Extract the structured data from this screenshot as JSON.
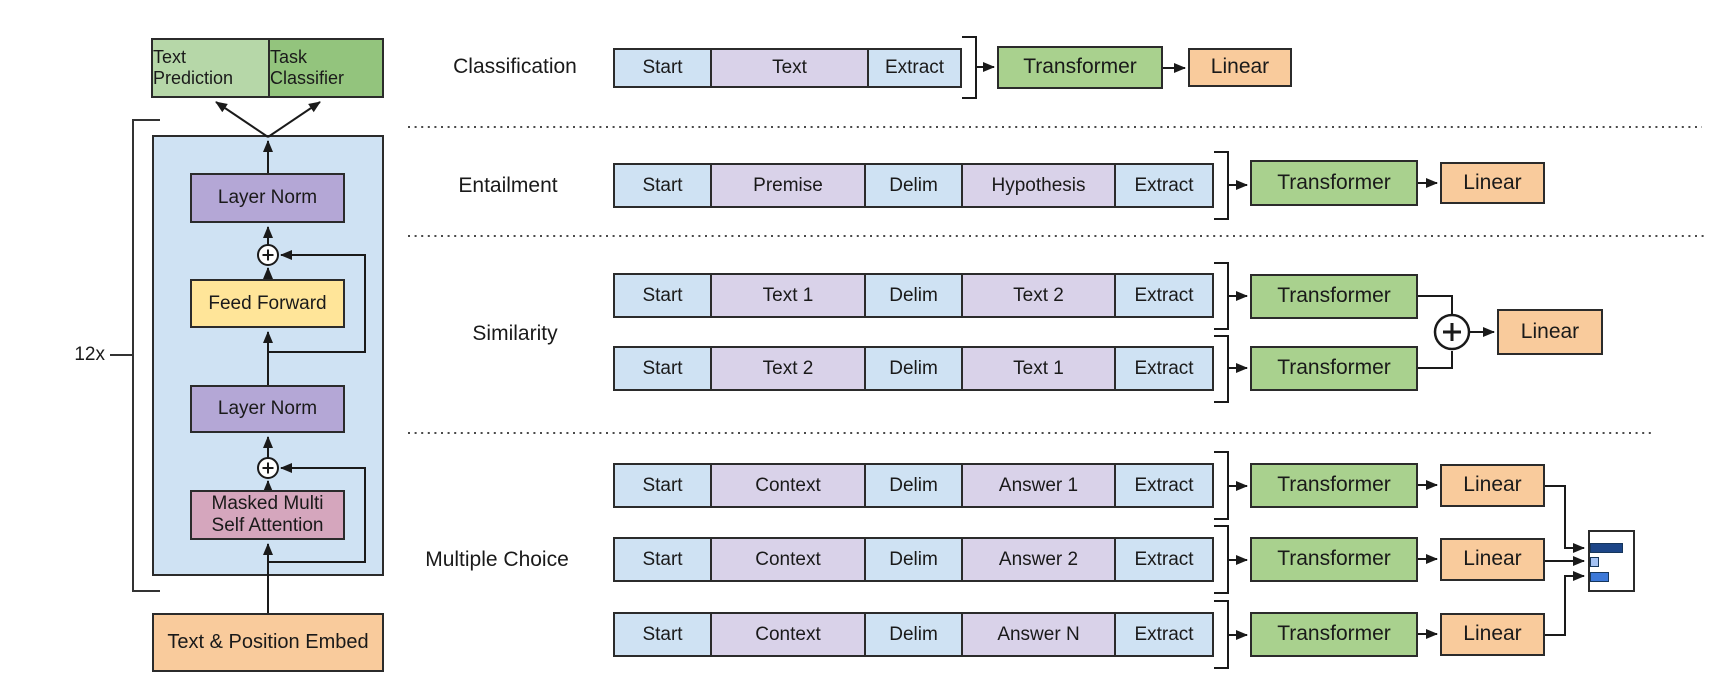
{
  "left_diagram": {
    "output_heads": [
      {
        "label": "Text Prediction",
        "color": "#b6d7a8"
      },
      {
        "label": "Task Classifier",
        "color": "#93c47d"
      }
    ],
    "repeat_label": "12x",
    "blocks": [
      {
        "label": "Layer Norm",
        "color": "#b4a7d6"
      },
      {
        "label": "Feed Forward",
        "color": "#ffe599"
      },
      {
        "label": "Layer Norm",
        "color": "#b4a7d6"
      },
      {
        "label": "Masked Multi Self Attention",
        "color": "#d5a6bd"
      }
    ],
    "input_block": {
      "label": "Text & Position Embed",
      "color": "#f9cb9c"
    }
  },
  "labels": {
    "transformer": "Transformer",
    "linear": "Linear"
  },
  "sections": [
    {
      "label": "Classification",
      "rows": [
        {
          "cells": [
            {
              "text": "Start"
            },
            {
              "text": "Text"
            },
            {
              "text": "Extract"
            }
          ]
        }
      ]
    },
    {
      "label": "Entailment",
      "rows": [
        {
          "cells": [
            {
              "text": "Start"
            },
            {
              "text": "Premise"
            },
            {
              "text": "Delim"
            },
            {
              "text": "Hypothesis"
            },
            {
              "text": "Extract"
            }
          ]
        }
      ]
    },
    {
      "label": "Similarity",
      "rows": [
        {
          "cells": [
            {
              "text": "Start"
            },
            {
              "text": "Text 1"
            },
            {
              "text": "Delim"
            },
            {
              "text": "Text 2"
            },
            {
              "text": "Extract"
            }
          ]
        },
        {
          "cells": [
            {
              "text": "Start"
            },
            {
              "text": "Text 2"
            },
            {
              "text": "Delim"
            },
            {
              "text": "Text 1"
            },
            {
              "text": "Extract"
            }
          ]
        }
      ]
    },
    {
      "label": "Multiple Choice",
      "rows": [
        {
          "cells": [
            {
              "text": "Start"
            },
            {
              "text": "Context"
            },
            {
              "text": "Delim"
            },
            {
              "text": "Answer 1"
            },
            {
              "text": "Extract"
            }
          ]
        },
        {
          "cells": [
            {
              "text": "Start"
            },
            {
              "text": "Context"
            },
            {
              "text": "Delim"
            },
            {
              "text": "Answer 2"
            },
            {
              "text": "Extract"
            }
          ]
        },
        {
          "cells": [
            {
              "text": "Start"
            },
            {
              "text": "Context"
            },
            {
              "text": "Delim"
            },
            {
              "text": "Answer N"
            },
            {
              "text": "Extract"
            }
          ]
        }
      ]
    }
  ],
  "colors": {
    "token_blue": "#cfe2f3",
    "token_purple": "#d9d2e9",
    "transformer_green": "#a9d18e",
    "linear_orange": "#f9cb9c",
    "decoder_background": "#cfe2f3",
    "head_green_light": "#b6d7a8",
    "head_green_dark": "#93c47d",
    "layer_norm_purple": "#b4a7d6",
    "feed_forward_yellow": "#ffe599",
    "attention_pink": "#d5a6bd",
    "embed_orange": "#f9cb9c"
  },
  "answer_distribution_icon": {
    "type": "bar",
    "orientation": "horizontal",
    "bars": [
      {
        "color": "#1c4587",
        "relative_value": 0.72
      },
      {
        "color": "#a4c2f4",
        "relative_value": 0.2
      },
      {
        "color": "#3c78d8",
        "relative_value": 0.42
      }
    ]
  }
}
